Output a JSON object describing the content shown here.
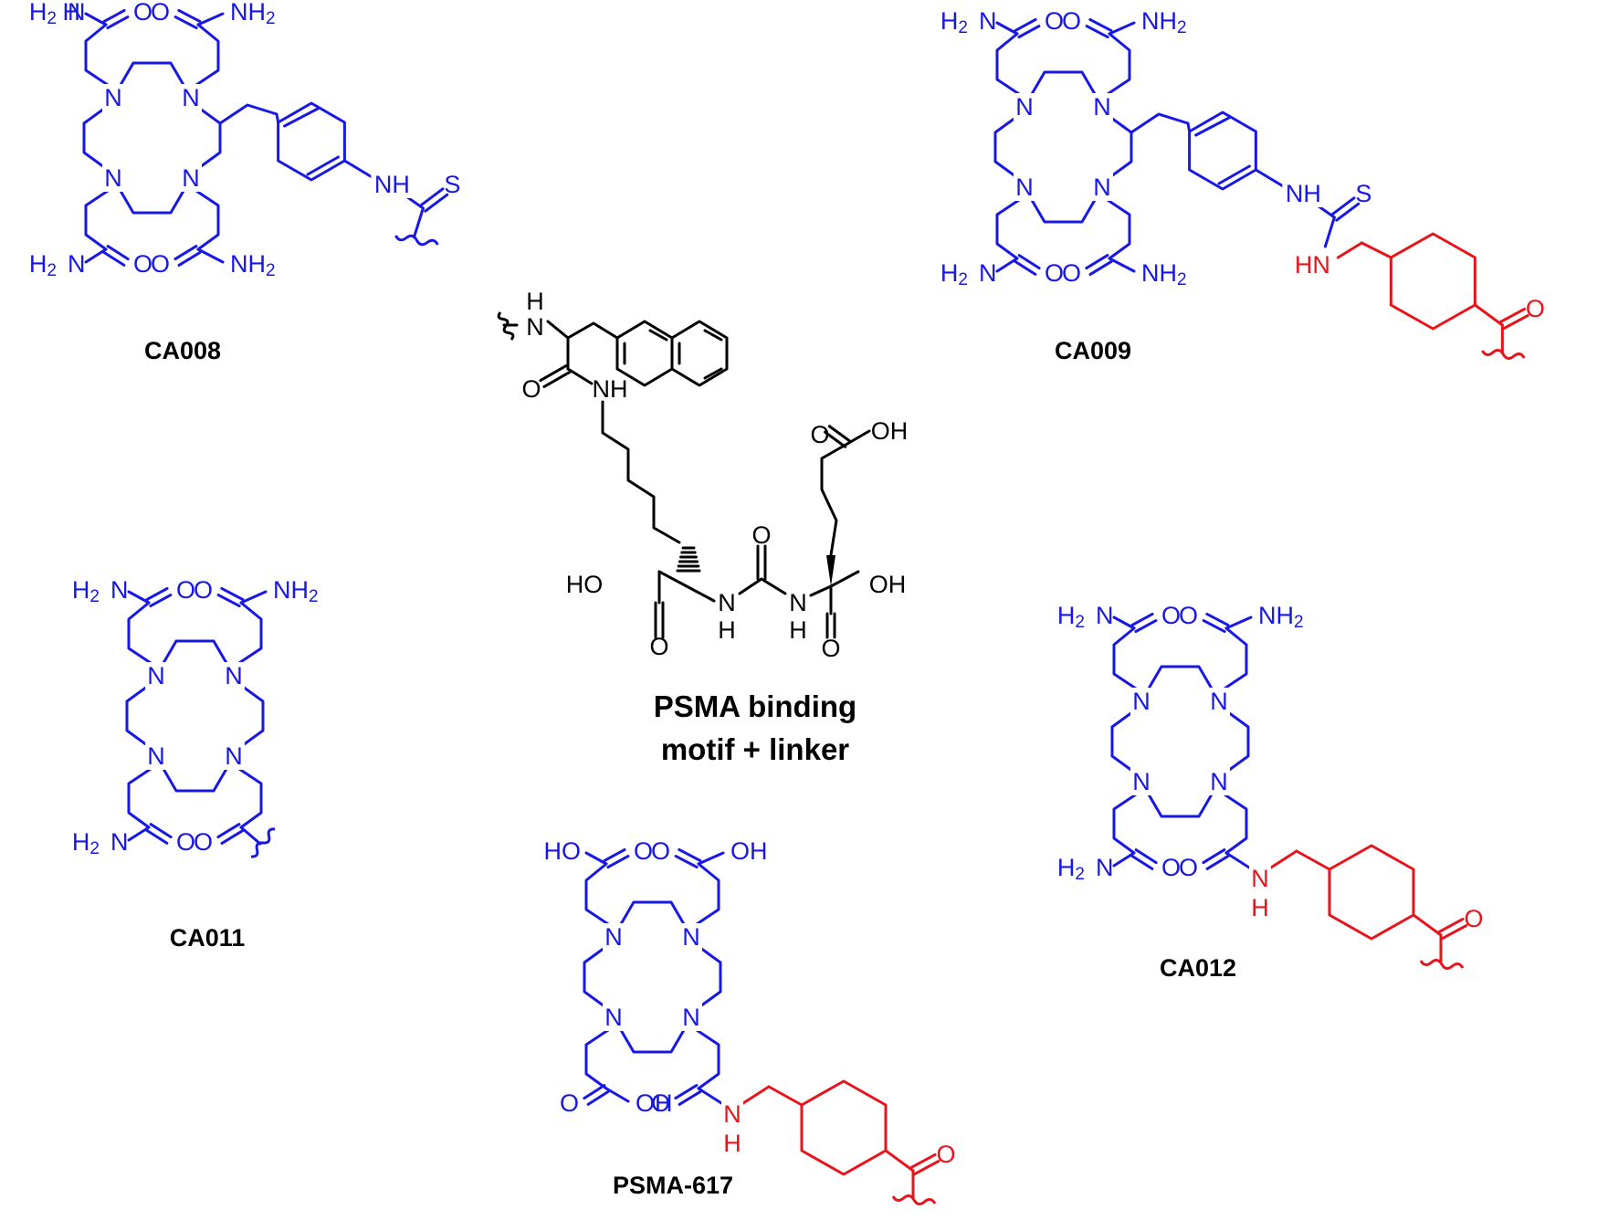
{
  "colors": {
    "chelator": "#1717e6",
    "linker": "#e8141c",
    "motif": "#000000"
  },
  "captions": {
    "ca008": "CA008",
    "ca009": "CA009",
    "ca011": "CA011",
    "ca012": "CA012",
    "psma617": "PSMA-617",
    "motif_line1": "PSMA binding",
    "motif_line2": "motif + linker"
  },
  "atoms": {
    "n": "N",
    "nh": "NH",
    "hn": "HN",
    "h": "H",
    "o": "O",
    "s": "S",
    "oh": "OH",
    "ho": "HO",
    "nh2": "NH",
    "h2n": "H",
    "two": "2",
    "amide_n": "N"
  }
}
